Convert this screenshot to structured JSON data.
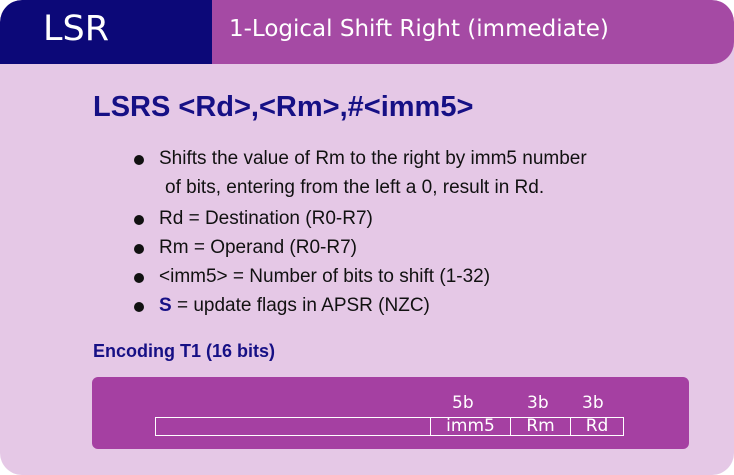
{
  "header": {
    "mnemonic": "LSR",
    "title": "1-Logical Shift Right (immediate)"
  },
  "syntax": "LSRS <Rd>,<Rm>,#<imm5>",
  "bullets": [
    {
      "line1": "Shifts the value of Rm to the right by imm5 number",
      "line2": "of bits, entering from the left a 0, result in Rd."
    },
    {
      "text": "Rd = Destination (R0-R7)"
    },
    {
      "text": "Rm = Operand (R0-R7)"
    },
    {
      "text": "<imm5> = Number of bits to shift (1-32)"
    },
    {
      "prefix": "S",
      "text": " = update flags in APSR (NZC)"
    }
  ],
  "encoding": {
    "title": "Encoding T1 (16 bits)",
    "fields": [
      {
        "size": "5b",
        "name": "imm5"
      },
      {
        "size": "3b",
        "name": "Rm"
      },
      {
        "size": "3b",
        "name": "Rd"
      }
    ]
  },
  "colors": {
    "background": "#e5c8e6",
    "header_dark": "#0c0878",
    "header_purple": "#a54aa4",
    "accent_text": "#161085",
    "encoding_box": "#a540a2"
  }
}
